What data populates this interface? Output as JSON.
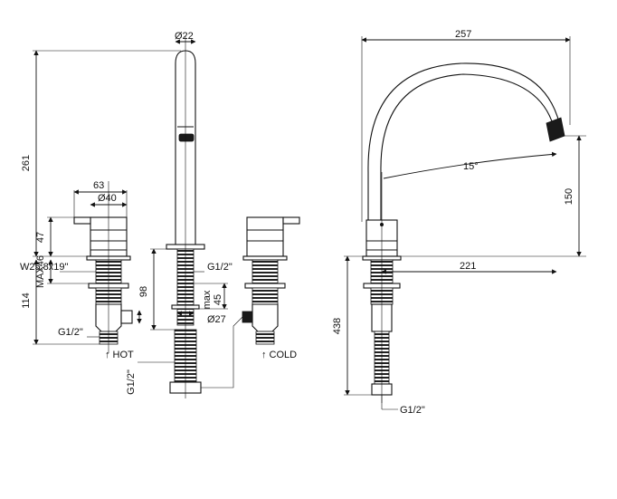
{
  "labels": {
    "d22": "Ø22",
    "d40": "Ø40",
    "d27": "Ø27",
    "h261": "261",
    "w63": "63",
    "h47": "47",
    "max46": "MAX46",
    "thread": "W25,8x19\"",
    "h114": "114",
    "g12_left": "G1/2\"",
    "hot": "↑ HOT",
    "g12_vertical": "G1/2\"",
    "h98": "98",
    "g12_mid": "G1/2\"",
    "max45_max": "max",
    "max45_val": "45",
    "cold": "↑ COLD",
    "w257": "257",
    "angle15": "15°",
    "h150": "150",
    "w221": "221",
    "h438": "438",
    "g12_right": "G1/2\""
  }
}
